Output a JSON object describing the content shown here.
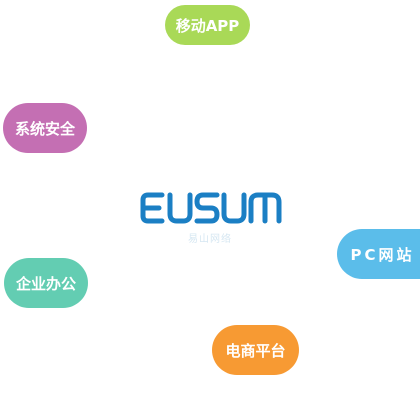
{
  "logo": {
    "wordmark": "EUSUM",
    "subtitle": "易山网络",
    "color": "#1b7fc4"
  },
  "pills": {
    "mobile_app": {
      "label": "移动APP",
      "color": "#a9d957"
    },
    "system_security": {
      "label": "系统安全",
      "color": "#c46fb3"
    },
    "pc_website": {
      "label": "PC网站",
      "color": "#5bbdea"
    },
    "enterprise_office": {
      "label": "企业办公",
      "color": "#63cdb2"
    },
    "ecommerce_platform": {
      "label": "电商平台",
      "color": "#f79a33"
    }
  }
}
